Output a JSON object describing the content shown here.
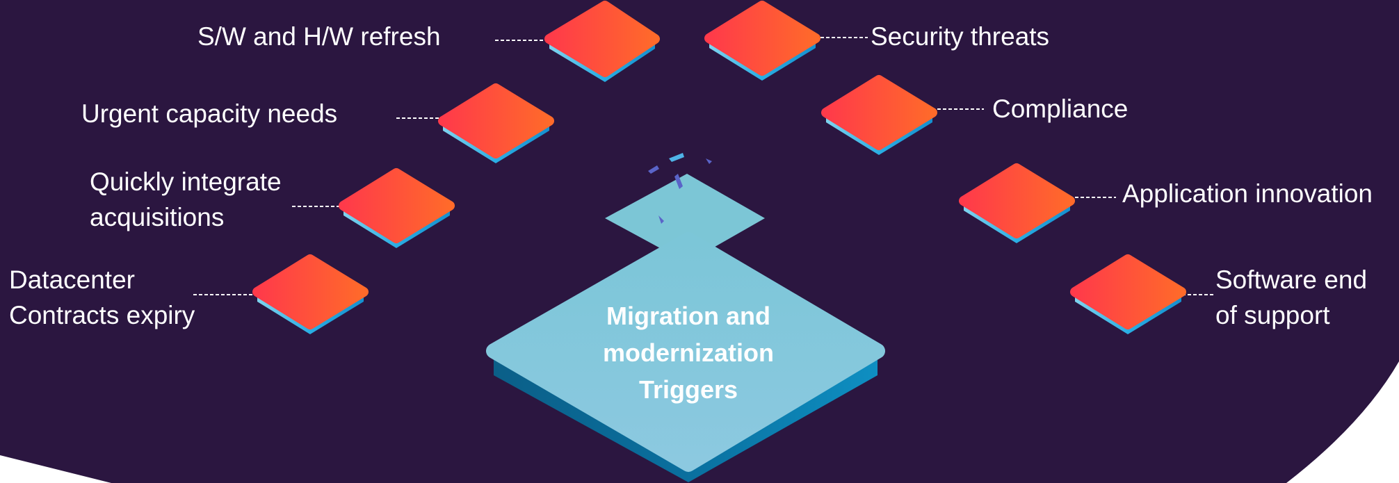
{
  "colors": {
    "background": "#2b1640",
    "outer": "#ffffff",
    "tile_top_start": "#ff3a4a",
    "tile_top_end": "#ff6a2a",
    "tile_base": "#29a9df",
    "hub_top": "#86c6dd",
    "hub_side": "#0a6f9e",
    "connector": "#ffffff"
  },
  "hub": {
    "line1": "Migration and",
    "line2": "modernization",
    "line3": "Triggers"
  },
  "triggers": {
    "sw_hw_refresh": {
      "label": "S/W and H/W refresh",
      "icon": "tile-icon"
    },
    "urgent_capacity": {
      "label": "Urgent capacity needs",
      "icon": "tile-icon"
    },
    "integrate_acquisitions": {
      "line1": "Quickly integrate",
      "line2": "acquisitions",
      "icon": "tile-icon"
    },
    "datacenter_contracts": {
      "line1": "Datacenter",
      "line2": "Contracts expiry",
      "icon": "tile-icon"
    },
    "security_threats": {
      "label": "Security threats",
      "icon": "tile-icon"
    },
    "compliance": {
      "label": "Compliance",
      "icon": "tile-icon"
    },
    "application_innovation": {
      "label": "Application innovation",
      "icon": "tile-icon"
    },
    "software_end_of_support": {
      "line1": "Software end",
      "line2": "of support",
      "icon": "tile-icon"
    }
  }
}
